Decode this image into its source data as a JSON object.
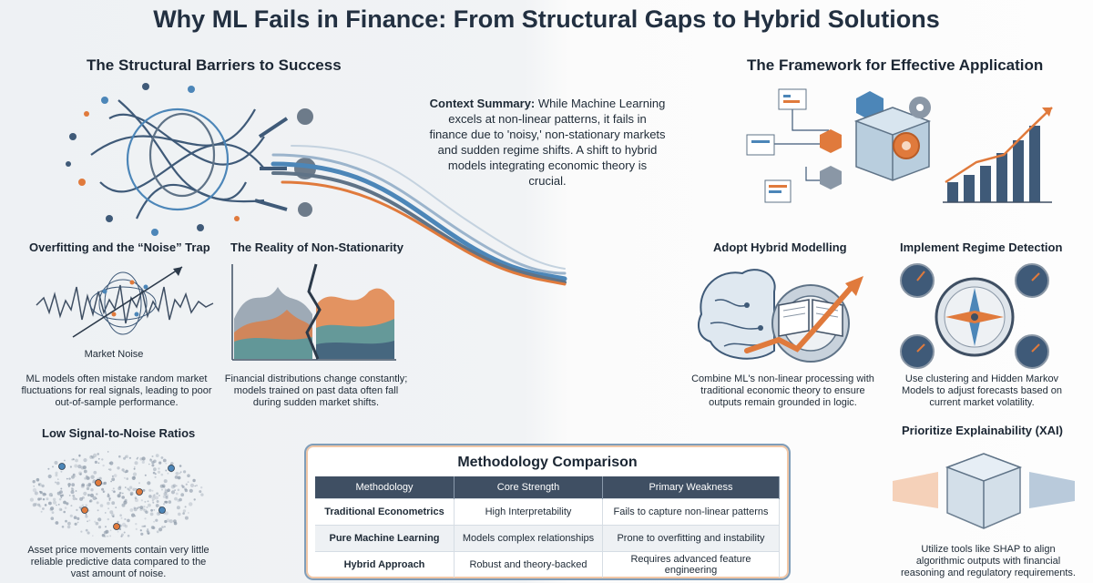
{
  "title": "Why ML Fails in Finance: From Structural Gaps to Hybrid Solutions",
  "left": {
    "heading": "The Structural Barriers to Success",
    "overfitting": {
      "title": "Overfitting and the “Noise” Trap",
      "label": "Market Noise",
      "caption": "ML models often mistake random market fluctuations for real signals, leading to poor out-of-sample performance."
    },
    "nonstationarity": {
      "title": "The Reality of Non-Stationarity",
      "caption": "Financial distributions change constantly; models trained on past data often fall during sudden market shifts."
    },
    "snr": {
      "title": "Low Signal-to-Noise Ratios",
      "caption": "Asset price movements contain very little reliable predictive data compared to the vast amount of noise."
    }
  },
  "context": {
    "label": "Context Summary:",
    "text": " While Machine Learning excels at non-linear patterns, it fails in finance due to 'noisy,' non-stationary markets and sudden regime shifts. A shift to hybrid models integrating economic theory is crucial."
  },
  "right": {
    "heading": "The Framework for Effective Application",
    "hybrid": {
      "title": "Adopt Hybrid Modelling",
      "caption": "Combine ML's non-linear processing with traditional economic theory to ensure outputs remain grounded in logic."
    },
    "regime": {
      "title": "Implement Regime Detection",
      "caption": "Use clustering and Hidden Markov Models to adjust forecasts based on current market volatility."
    },
    "xai": {
      "title": "Prioritize Explainability (XAI)",
      "caption": "Utilize tools like SHAP to align algorithmic outputs with financial reasoning and regulatory requirements."
    }
  },
  "comparison": {
    "title": "Methodology Comparison",
    "headers": [
      "Methodology",
      "Core Strength",
      "Primary Weakness"
    ],
    "rows": [
      [
        "Traditional Econometrics",
        "High Interpretability",
        "Fails to capture non-linear patterns"
      ],
      [
        "Pure Machine Learning",
        "Models complex relationships",
        "Prone to overfitting and instability"
      ],
      [
        "Hybrid Approach",
        "Robust and theory-backed",
        "Requires advanced feature engineering"
      ]
    ]
  },
  "colors": {
    "navy": "#3f5a78",
    "blue": "#4c86b8",
    "teal": "#4f9aa3",
    "orange": "#e07a3c",
    "gray": "#8a97a6"
  }
}
